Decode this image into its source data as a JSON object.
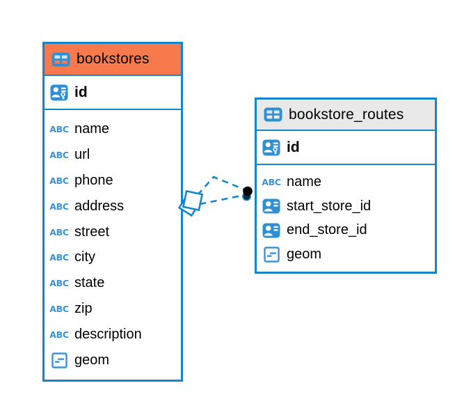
{
  "diagram": {
    "tables": [
      {
        "name": "bookstores",
        "header_color": "#f87a4c",
        "primary_key": {
          "name": "id",
          "icon": "user-key-icon"
        },
        "fields": [
          {
            "name": "name",
            "type": "text"
          },
          {
            "name": "url",
            "type": "text"
          },
          {
            "name": "phone",
            "type": "text"
          },
          {
            "name": "address",
            "type": "text"
          },
          {
            "name": "street",
            "type": "text"
          },
          {
            "name": "city",
            "type": "text"
          },
          {
            "name": "state",
            "type": "text"
          },
          {
            "name": "zip",
            "type": "text"
          },
          {
            "name": "description",
            "type": "text"
          },
          {
            "name": "geom",
            "type": "geometry"
          }
        ]
      },
      {
        "name": "bookstore_routes",
        "header_color": "#e9e9e9",
        "primary_key": {
          "name": "id",
          "icon": "user-key-icon"
        },
        "fields": [
          {
            "name": "name",
            "type": "text"
          },
          {
            "name": "start_store_id",
            "type": "reference"
          },
          {
            "name": "end_store_id",
            "type": "reference"
          },
          {
            "name": "geom",
            "type": "geometry"
          }
        ]
      }
    ],
    "relationship": {
      "from_table": "bookstores",
      "to_table": "bookstore_routes",
      "line_style": "dashed",
      "line_count": 2,
      "source_symbol": "stacked-squares",
      "target_symbol": "filled-dot"
    },
    "icons": {
      "table": "table-grid-icon",
      "primary_key": "user-key-icon",
      "text": "abc-icon",
      "reference": "user-card-icon",
      "geometry": "geometry-box-icon"
    },
    "colors": {
      "accent_blue": "#1485cb",
      "icon_blue": "#2e8fd4",
      "header_orange": "#f87a4c",
      "header_gray": "#e9e9e9",
      "connector_dot": "#000000",
      "background": "#ffffff",
      "text": "#000000"
    }
  }
}
